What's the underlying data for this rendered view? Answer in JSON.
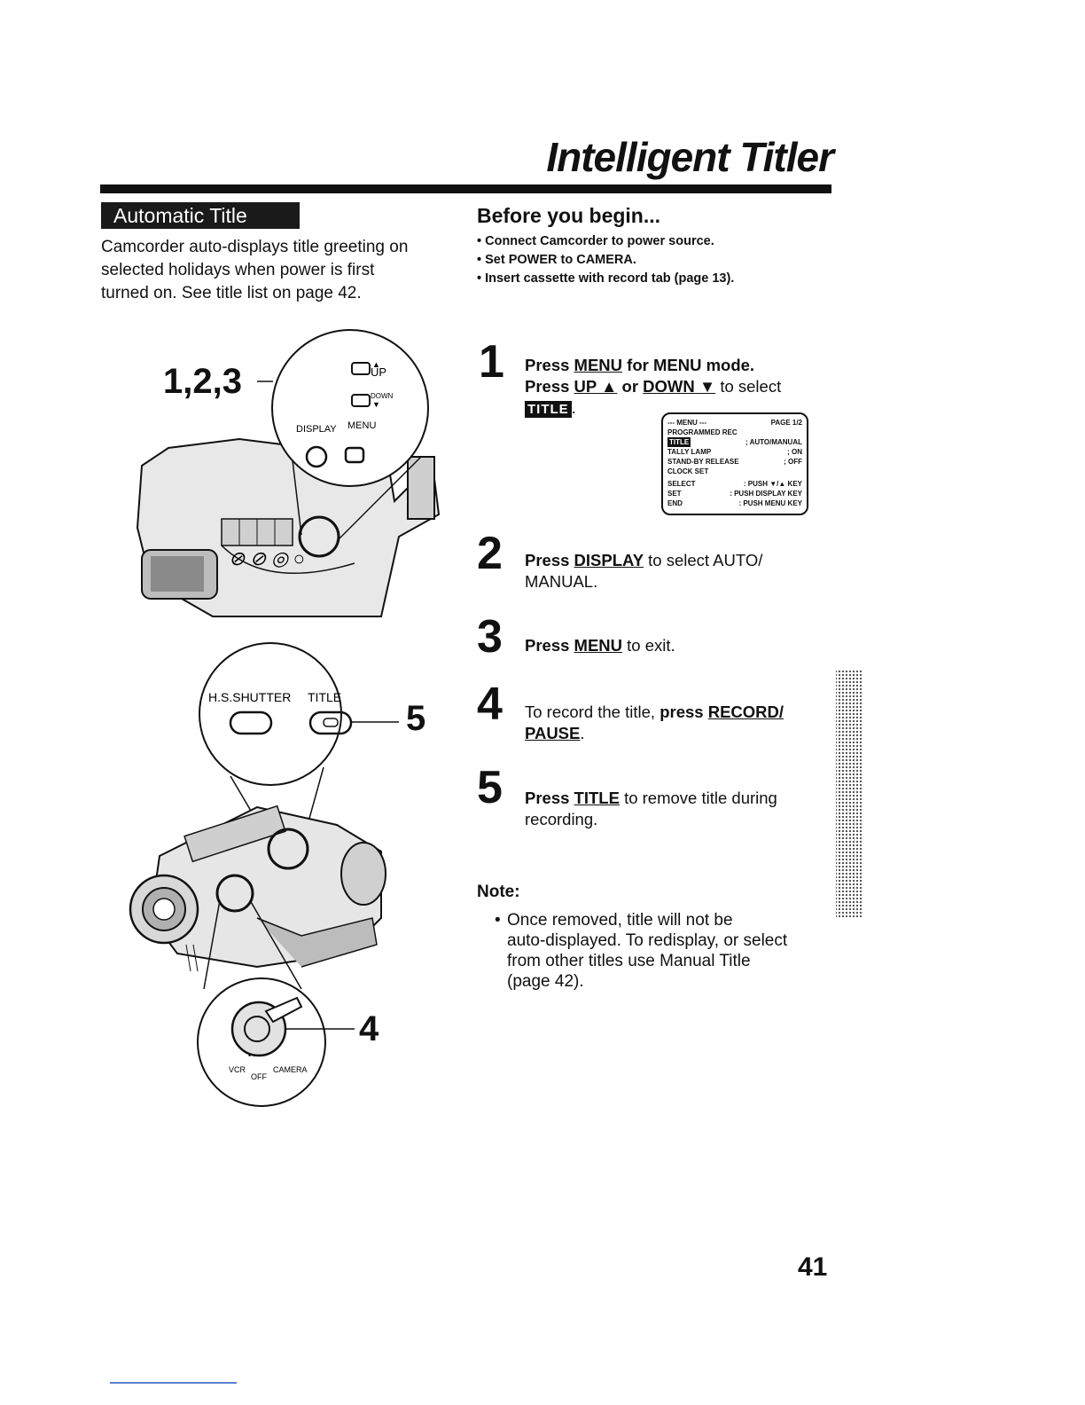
{
  "header": {
    "title": "Intelligent Titler"
  },
  "left": {
    "section_label": "Automatic Title",
    "intro_lines": [
      "Camcorder auto-displays title greeting on",
      "selected holidays when power is first",
      "turned on. See title list on page 42."
    ],
    "illustration_1": {
      "callout": "1,2,3",
      "up_label": "UP",
      "down_label": "DOWN",
      "display_label": "DISPLAY",
      "menu_label": "MENU"
    },
    "illustration_2": {
      "callout": "5",
      "shutter_label": "H.S.SHUTTER",
      "title_label": "TITLE"
    },
    "illustration_3": {
      "callout": "4",
      "vcr_label": "VCR",
      "off_label": "OFF",
      "camera_label": "CAMERA"
    }
  },
  "right": {
    "before_heading": "Before you begin...",
    "before_items": [
      "Connect Camcorder to power source.",
      "Set POWER to CAMERA.",
      "Insert cassette with record tab (page 13)."
    ],
    "steps": [
      {
        "num": "1",
        "line1_a": "Press ",
        "line1_u": "MENU",
        "line1_b": " for MENU mode.",
        "line2_a": "Press ",
        "line2_u1": "UP ▲",
        "line2_mid": " or ",
        "line2_u2": "DOWN ▼",
        "line2_b": " to select",
        "chip": "TITLE",
        "chip_after": "."
      },
      {
        "num": "2",
        "a": "Press ",
        "u": "DISPLAY",
        "b": " to select AUTO/",
        "line2": "MANUAL."
      },
      {
        "num": "3",
        "a": "Press ",
        "u": "MENU",
        "b": " to exit."
      },
      {
        "num": "4",
        "a": "To record the title, ",
        "bold": "press ",
        "u1": "RECORD/",
        "u2": "PAUSE",
        "after": "."
      },
      {
        "num": "5",
        "a": "Press ",
        "u": "TITLE",
        "b": " to remove title during",
        "line2": "recording."
      }
    ],
    "menu_screen": {
      "header_left": "--- MENU ---",
      "header_right": "PAGE 1/2",
      "row1": "PROGRAMMED REC",
      "row2_left": "TITLE",
      "row2_right": "; AUTO/MANUAL",
      "row3_left": "TALLY LAMP",
      "row3_right": "; ON",
      "row4_left": "STAND-BY RELEASE",
      "row4_right": "; OFF",
      "row5": "CLOCK SET",
      "select_left": "SELECT",
      "select_right": ": PUSH ▼/▲ KEY",
      "set_left": "SET",
      "set_right": ": PUSH DISPLAY KEY",
      "end_left": "END",
      "end_right": ": PUSH MENU KEY"
    },
    "note_heading": "Note:",
    "note_lines": [
      "Once removed, title will not be",
      "auto-displayed. To redisplay, or select",
      "from other titles use Manual Title",
      "(page 42)."
    ]
  },
  "footer": {
    "page_number": "41"
  }
}
